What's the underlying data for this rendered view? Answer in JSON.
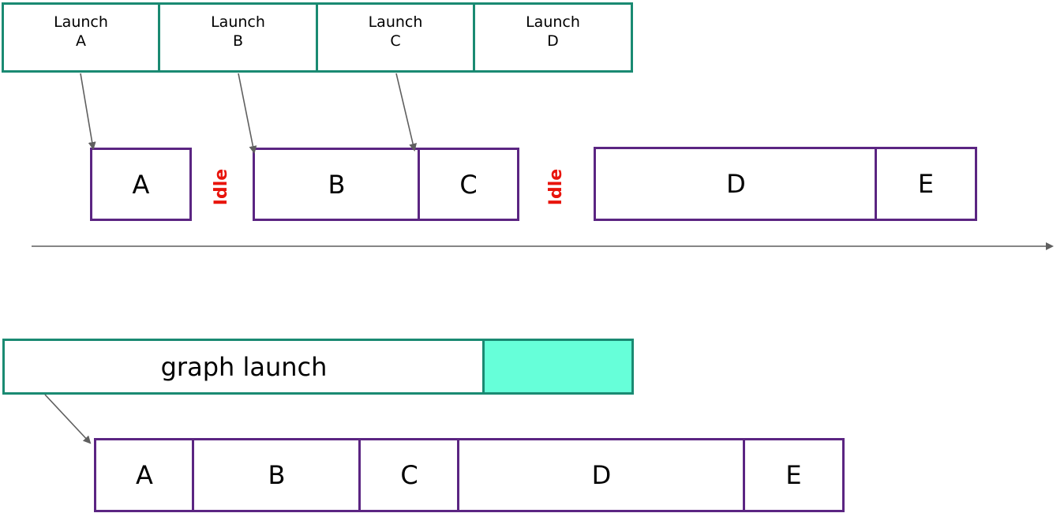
{
  "launches": [
    {
      "line1": "Launch",
      "line2": "A"
    },
    {
      "line1": "Launch",
      "line2": "B"
    },
    {
      "line1": "Launch",
      "line2": "C"
    },
    {
      "line1": "Launch",
      "line2": "D"
    }
  ],
  "stream_kernels": [
    "A",
    "B",
    "C",
    "D",
    "E"
  ],
  "idle_labels": [
    "Idle",
    "Idle"
  ],
  "graph": {
    "label": "graph launch"
  },
  "graph_kernels": [
    "A",
    "B",
    "C",
    "D",
    "E"
  ],
  "colors": {
    "launch_border": "#1a8a72",
    "kernel_border": "#5b2582",
    "idle_text": "#e8140c",
    "graph_fill": "#66ffd9",
    "arrow": "#5f5f5f"
  }
}
